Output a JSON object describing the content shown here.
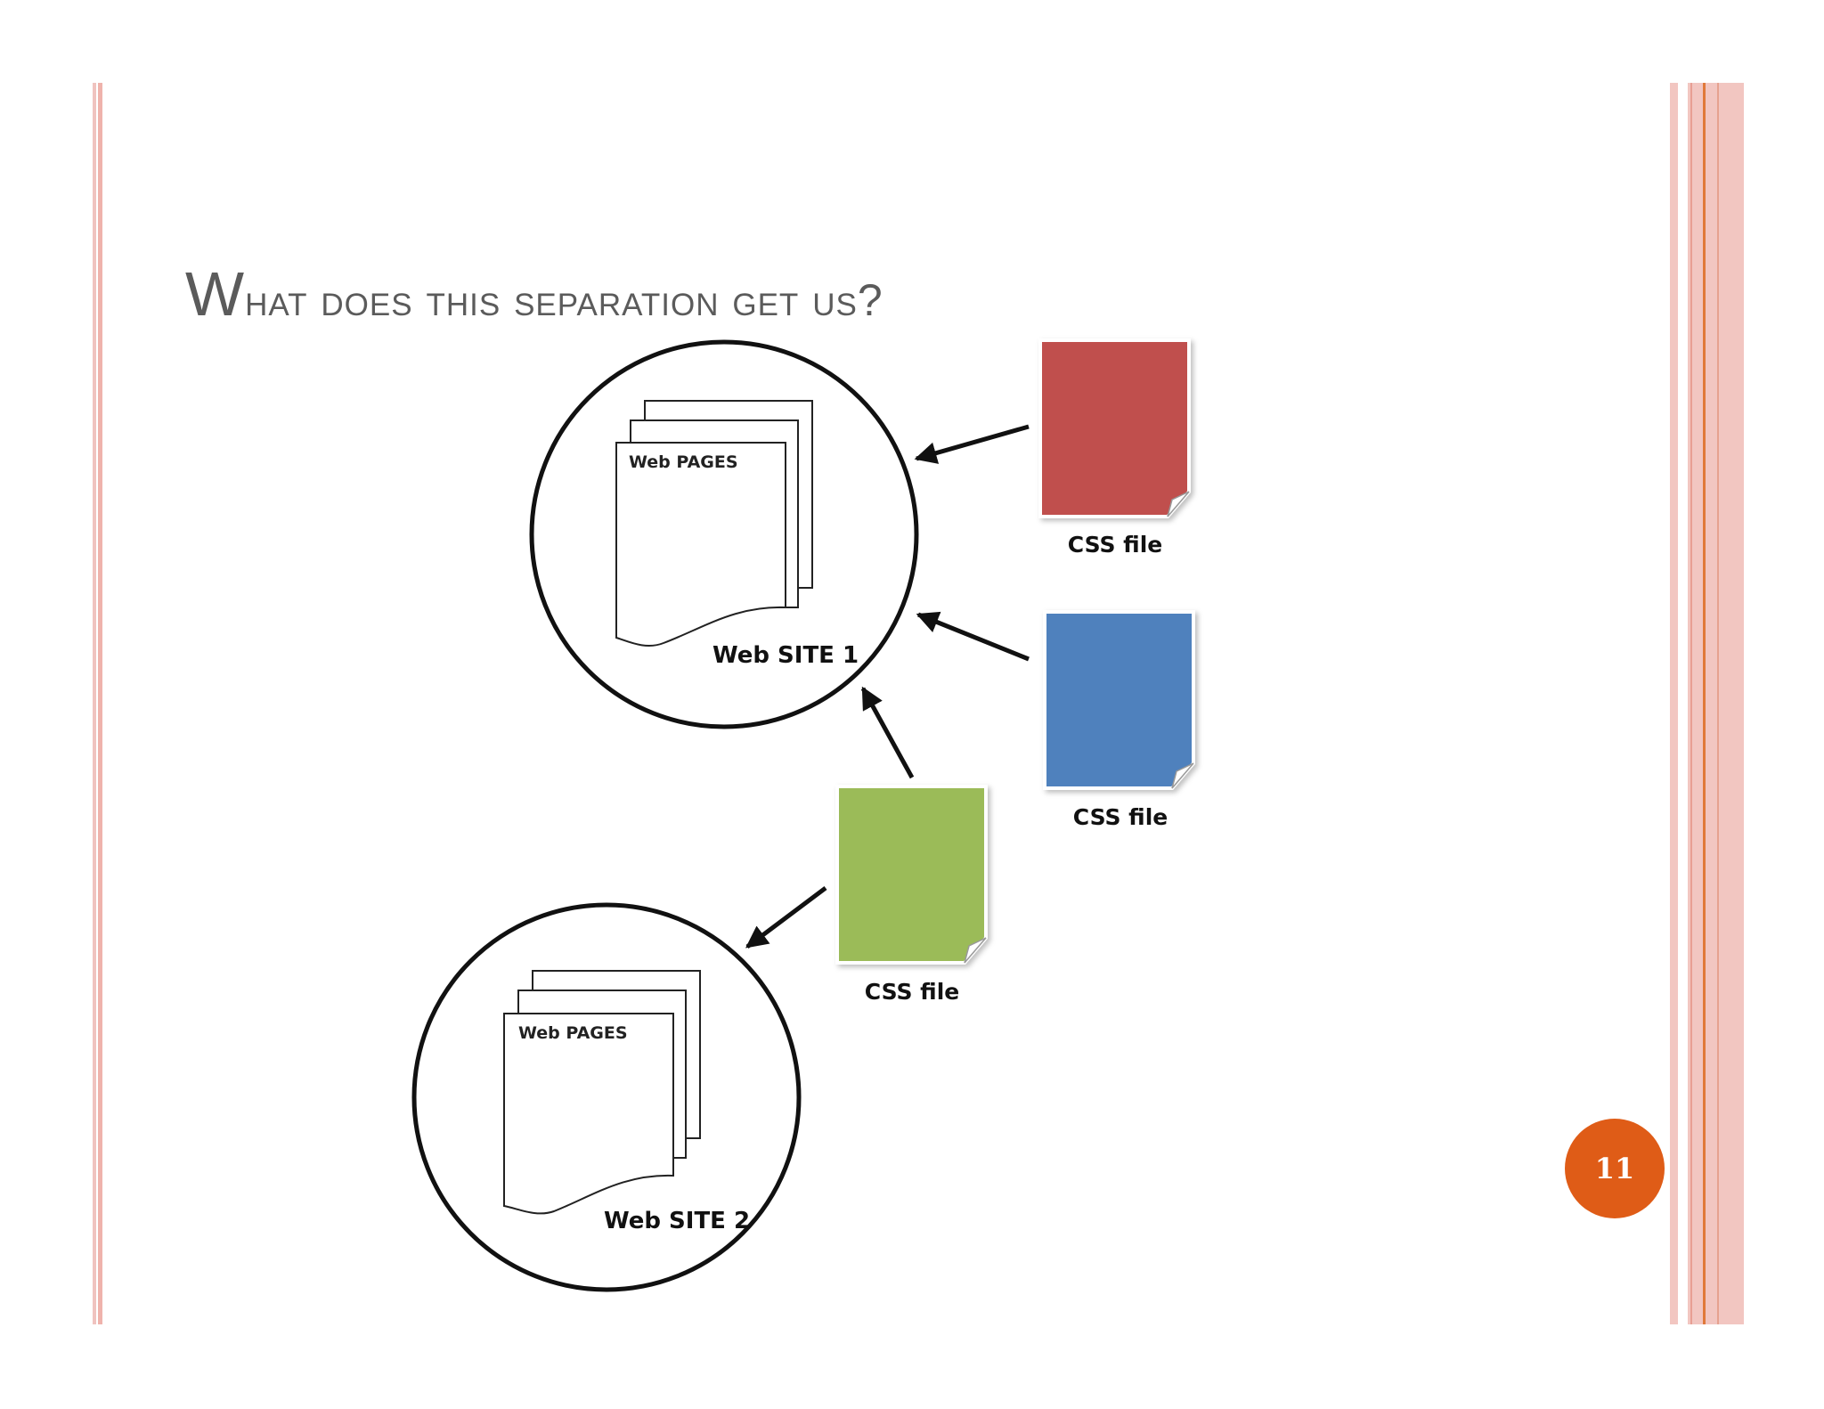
{
  "slide": {
    "title_first_letter": "W",
    "title_rest": "hat does this separation get us?",
    "page_number": "11",
    "accent_color": "#df5c17",
    "frame_color": "#f0c3bf"
  },
  "diagram": {
    "site1": {
      "label": "Web SITE 1",
      "pages_label": "Web PAGES"
    },
    "site2": {
      "label": "Web SITE 2",
      "pages_label": "Web PAGES"
    },
    "css_files": [
      {
        "label": "CSS file",
        "color": "#c0504d"
      },
      {
        "label": "CSS file",
        "color": "#4f81bd"
      },
      {
        "label": "CSS file",
        "color": "#9bbb59"
      }
    ]
  }
}
